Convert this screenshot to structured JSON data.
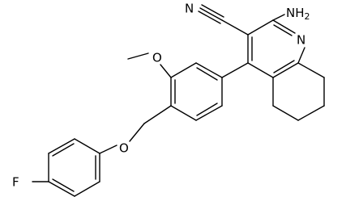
{
  "molecule": {
    "atoms": {
      "fluorine": "F",
      "nitrile_nitrogen": "N",
      "amine": "NH",
      "amine_subscript": "2",
      "ring_nitrogen": "N",
      "ether_oxygen": "O",
      "methoxy_oxygen": "O"
    },
    "colors": {
      "bonds": "#000000",
      "labels": "#000000",
      "background": "#ffffff"
    }
  }
}
